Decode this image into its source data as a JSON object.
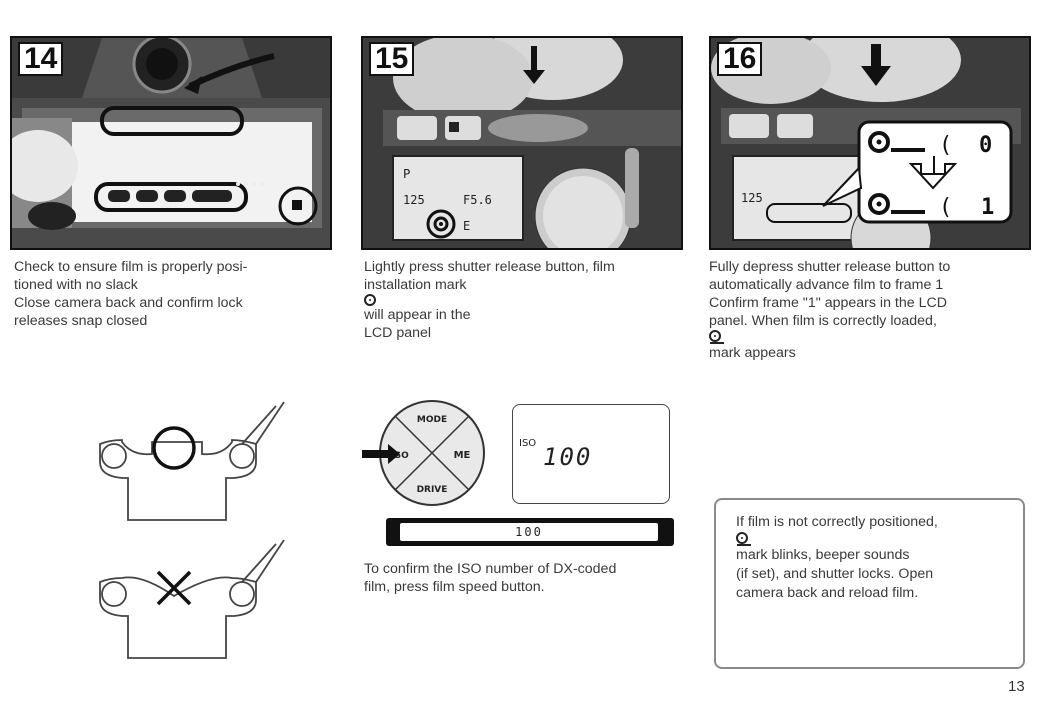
{
  "steps": [
    {
      "number": "14"
    },
    {
      "number": "15"
    },
    {
      "number": "16"
    }
  ],
  "captions": {
    "step14": [
      "Check to ensure film is properly posi-",
      "tioned with no slack",
      "Close camera back and confirm lock",
      "releases snap closed"
    ],
    "step15": [
      "Lightly press shutter release button, film",
      "installation mark",
      "will appear in the",
      "LCD panel"
    ],
    "step16": [
      "Fully depress shutter release button to",
      "automatically advance film to frame 1",
      "Confirm frame \"1\" appears in the LCD",
      "panel. When film is correctly loaded,",
      "mark appears"
    ]
  },
  "lcd_step15": {
    "shutter": "125",
    "aperture": "F5.6",
    "frames": "E"
  },
  "lcd_step16": {
    "frame_before": "0",
    "frame_after": "1",
    "shutter": "125"
  },
  "dial": {
    "top": "MODE",
    "right": "ME",
    "bottom": "DRIVE",
    "left": "ISO"
  },
  "iso_lcd": {
    "label": "ISO",
    "value": "100"
  },
  "iso_bar": {
    "value": "100"
  },
  "iso_caption": [
    "To confirm the ISO number of DX-coded",
    "film, press film speed button."
  ],
  "note": [
    "If film is not correctly positioned,",
    "mark blinks, beeper sounds",
    "(if set), and shutter locks. Open",
    "camera back and reload film."
  ],
  "page_number": "13"
}
